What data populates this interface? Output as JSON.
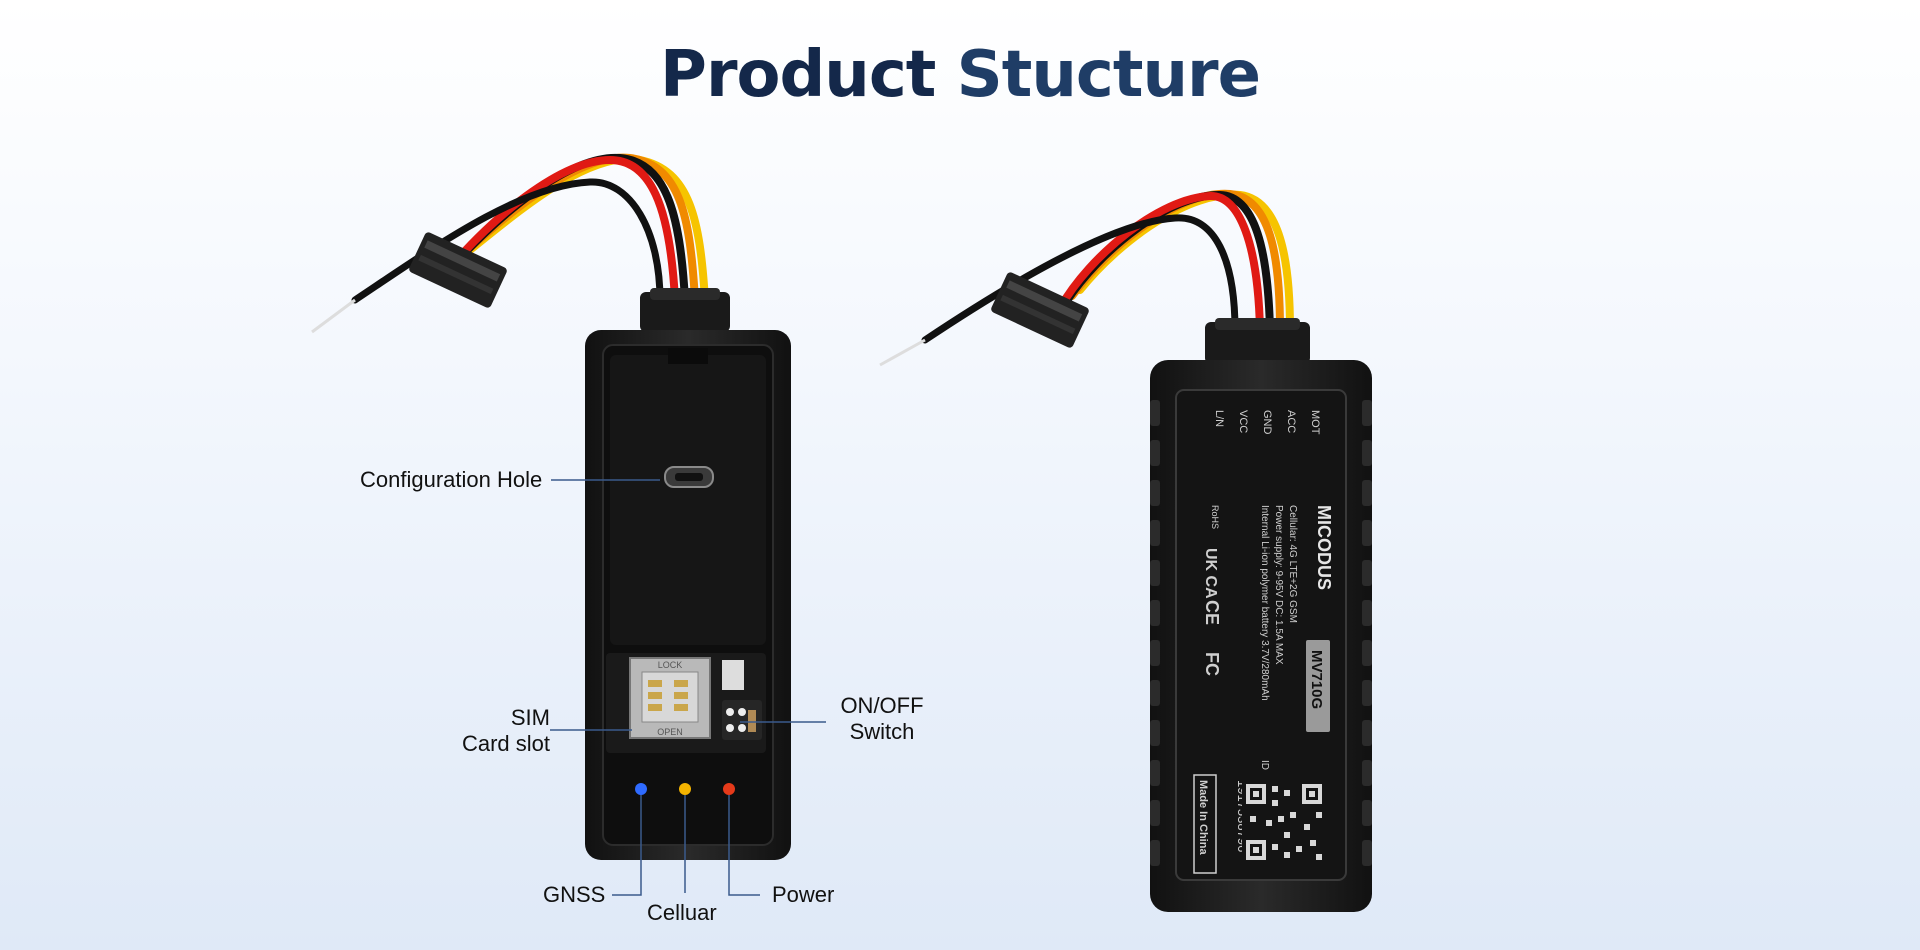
{
  "title": {
    "part1": "Product",
    "part2": "Stucture"
  },
  "labels": {
    "config_hole": "Configuration Hole",
    "sim_line1": "SIM",
    "sim_line2": "Card slot",
    "switch_line1": "ON/OFF",
    "switch_line2": "Switch",
    "gnss": "GNSS",
    "cellular": "Celluar",
    "power": "Power"
  },
  "device_back": {
    "pins": [
      "MOT",
      "ACC",
      "GND",
      "VCC",
      "L/N"
    ],
    "brand": "MICODUS",
    "model": "MV710G",
    "spec1": "Cellular: 4G LTE+2G GSM",
    "spec2": "Power supply: 9-95V    DC: 1.5A MAX",
    "spec3": "Internal Li-ion polymer battery 3.7V/280mAh",
    "id_label": "ID",
    "id_number": "1917538796",
    "made_in": "Made In China",
    "rohs": "RoHS",
    "ukca": "UK CA",
    "ce": "CE",
    "fc": "FC"
  },
  "sim_holder": {
    "top": "LOCK",
    "bottom": "OPEN"
  },
  "colors": {
    "title": "#14284a",
    "device": "#1c1c1c",
    "leader_line": "#3a5a8c",
    "led_blue": "#2f6bff",
    "led_yellow": "#f3b300",
    "led_red": "#e53a1a"
  }
}
